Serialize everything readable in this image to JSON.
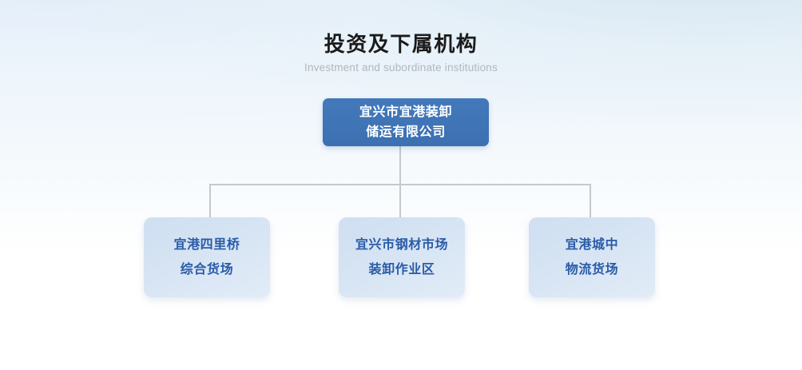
{
  "header": {
    "title": "投资及下属机构",
    "subtitle": "Investment and subordinate institutions"
  },
  "colors": {
    "root_box": "#3c70b2",
    "root_text": "#ffffff",
    "child_box": "#d6e4f3",
    "child_text": "#2a5ba8",
    "connector_line": "#c6c8cb",
    "title_text": "#1b1b1b",
    "subtitle_text": "#b2b6bb",
    "background_top": "#e7f1f8",
    "background_bottom": "#ffffff"
  },
  "org_chart": {
    "root": {
      "id": "root",
      "line1": "宜兴市宜港装卸",
      "line2": "储运有限公司",
      "full_name": "宜兴市宜港装卸储运有限公司"
    },
    "children": [
      {
        "id": "child-1",
        "line1": "宜港四里桥",
        "line2": "综合货场",
        "full_name": "宜港四里桥综合货场"
      },
      {
        "id": "child-2",
        "line1": "宜兴市钢材市场",
        "line2": "装卸作业区",
        "full_name": "宜兴市钢材市场装卸作业区"
      },
      {
        "id": "child-3",
        "line1": "宜港城中",
        "line2": "物流货场",
        "full_name": "宜港城中物流货场"
      }
    ]
  }
}
